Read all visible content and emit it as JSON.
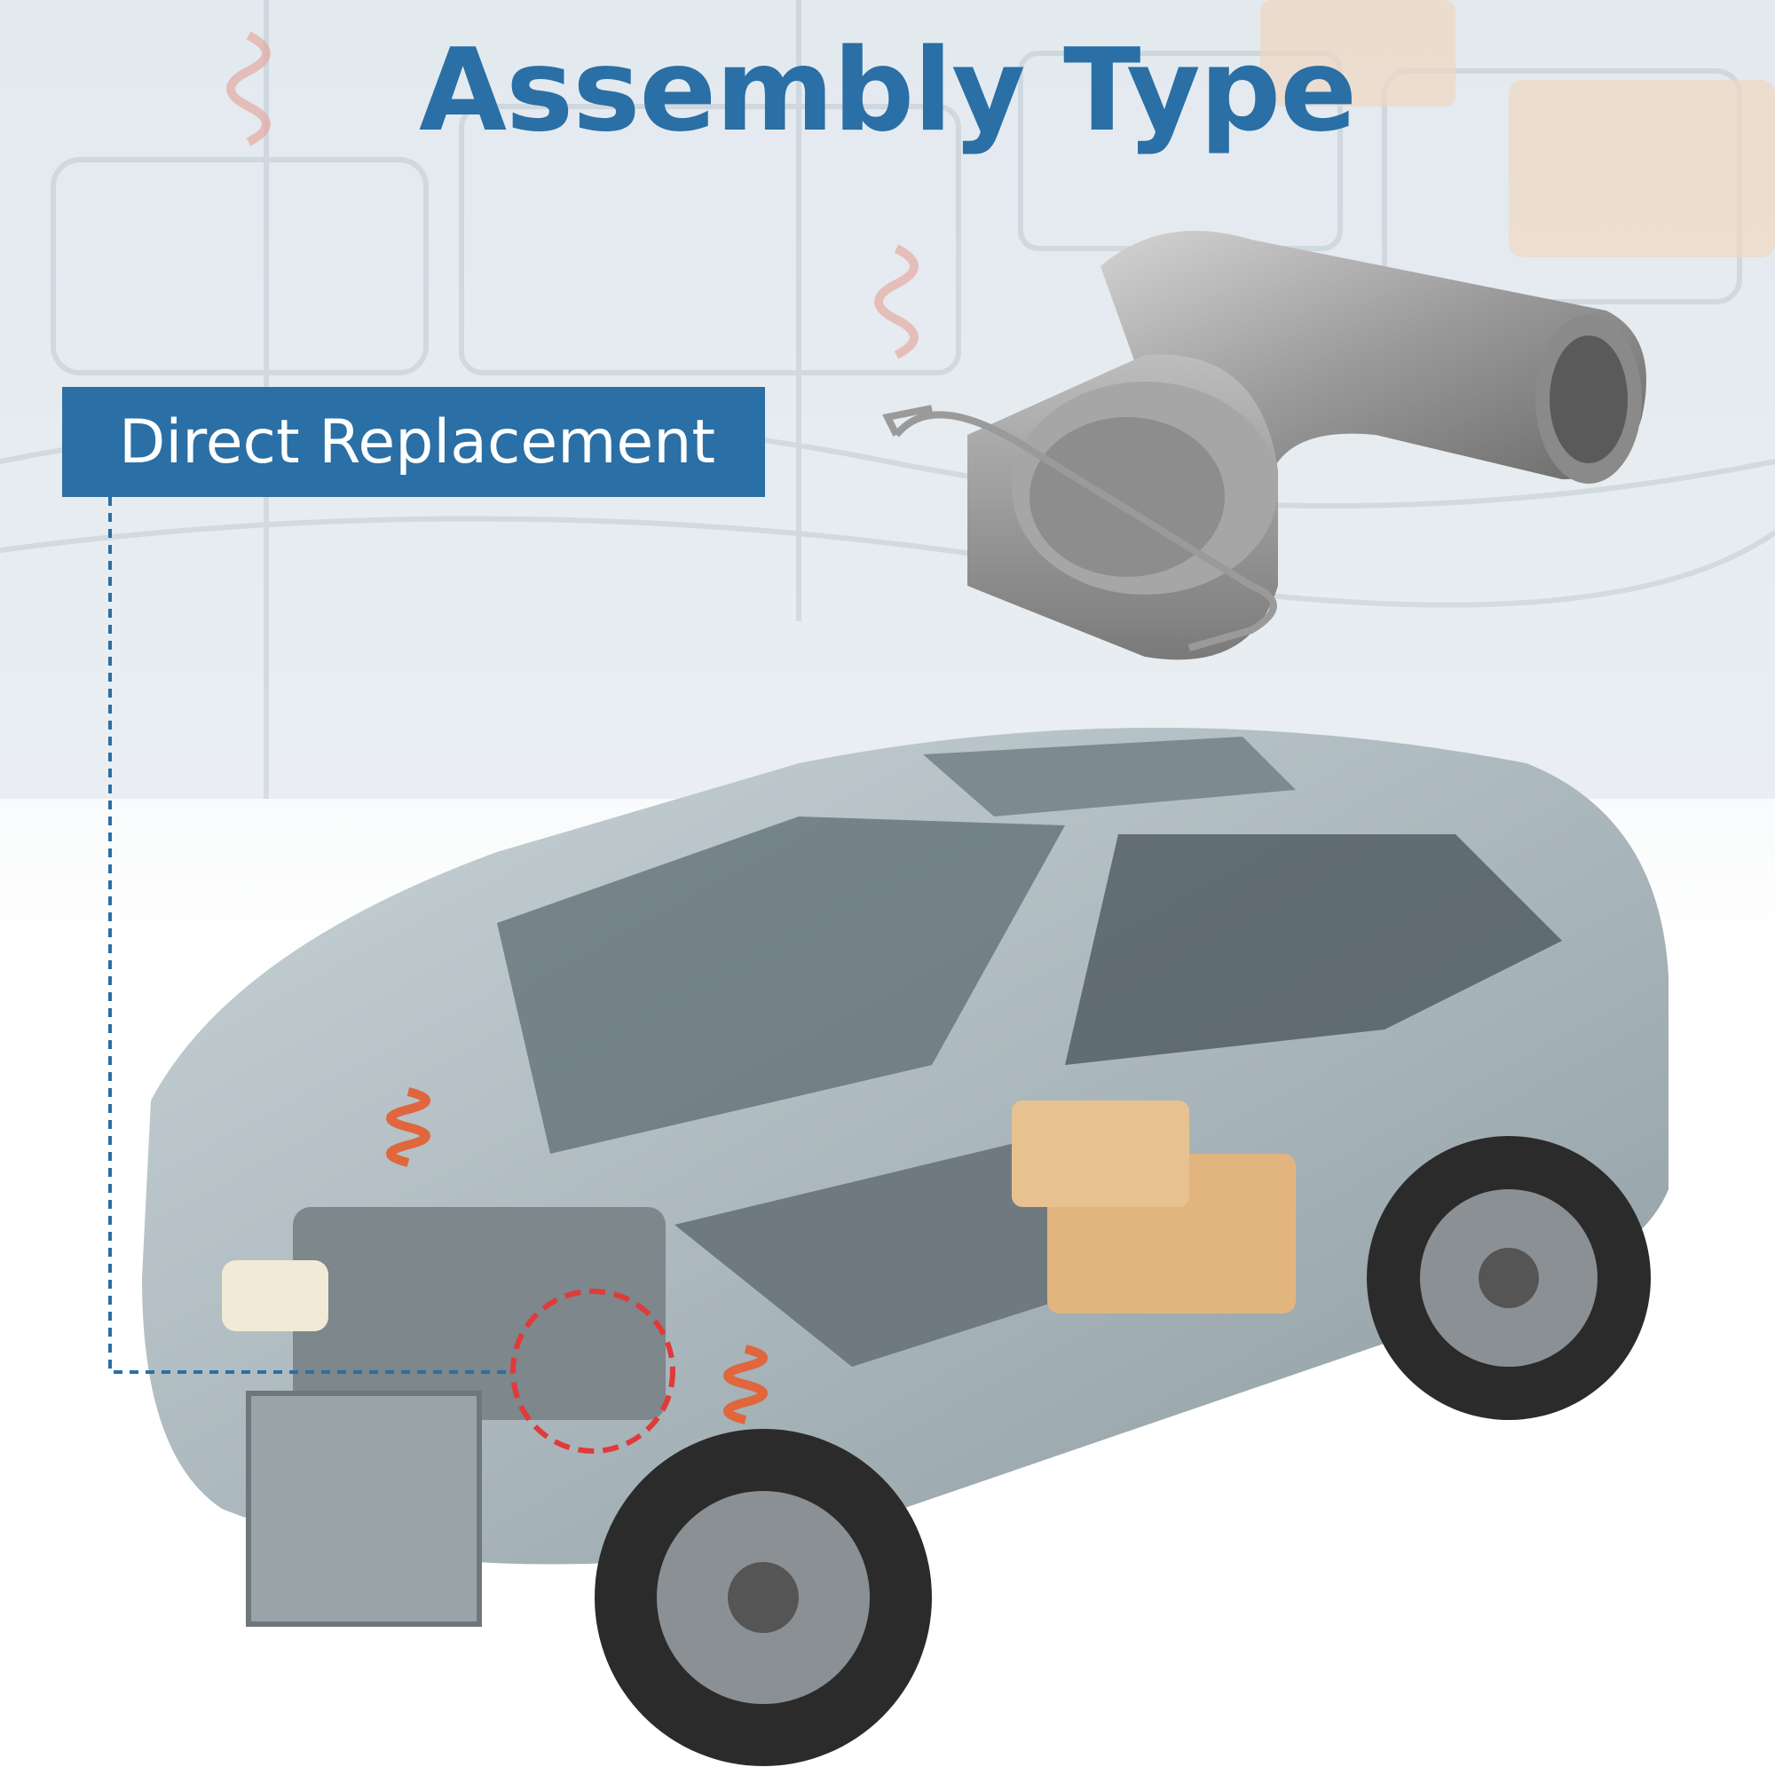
{
  "page": {
    "title": "Assembly Type",
    "tag_label": "Direct Replacement"
  },
  "colors": {
    "accent": "#2a6fa5",
    "callout_ring": "#e03a3a"
  },
  "icons": {
    "part": "thermostat-housing-image",
    "car": "car-cutaway-image",
    "background": "chassis-background-image"
  }
}
